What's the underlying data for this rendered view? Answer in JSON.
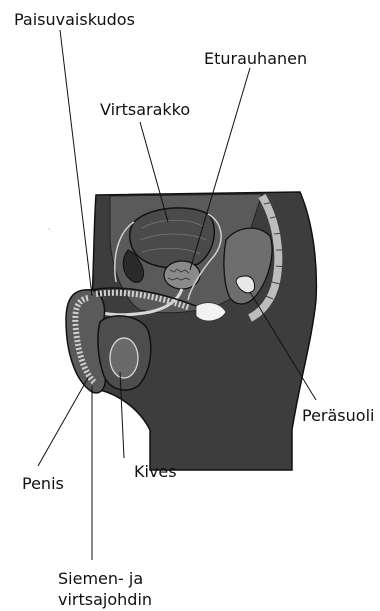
{
  "labels": {
    "paisuvaiskudos": "Paisuvaiskudos",
    "eturauhanen": "Eturauhanen",
    "virtsarakko": "Virtsarakko",
    "perasuoli": "Peräsuoli",
    "penis": "Penis",
    "kives": "Kives",
    "siemen_line1": "Siemen- ja",
    "siemen_line2": "virtsajohdin"
  },
  "colors": {
    "body_dark": "#3a3a3a",
    "body_mid": "#6b6b6b",
    "body_light": "#a8a8a8",
    "outline": "#111111",
    "background": "#ffffff"
  }
}
